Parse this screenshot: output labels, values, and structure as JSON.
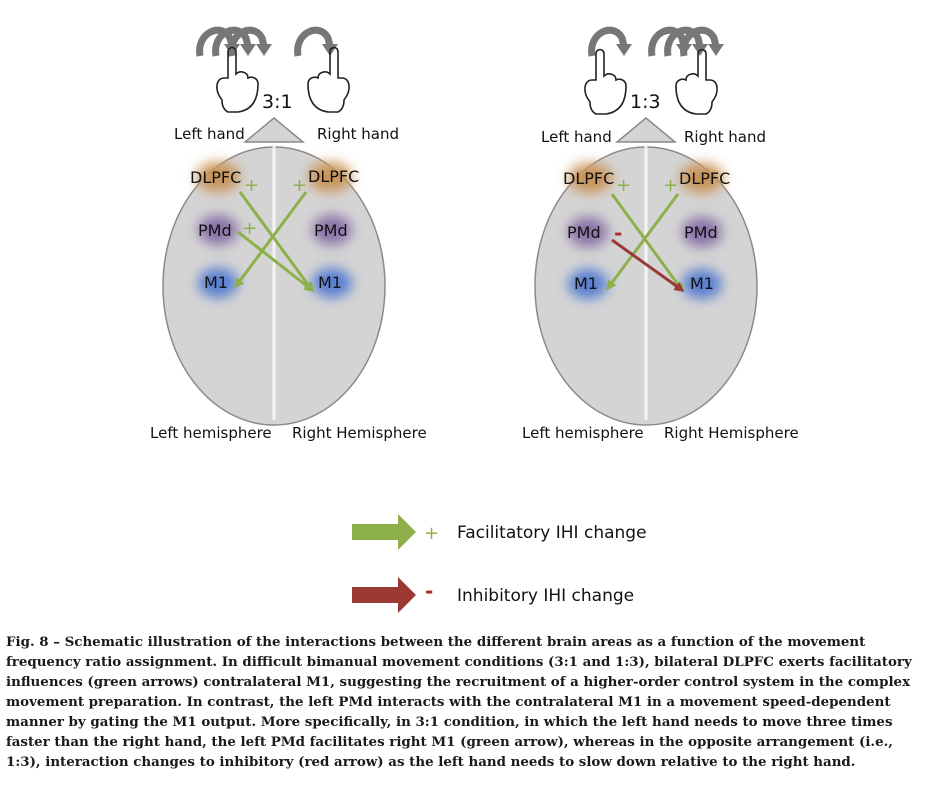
{
  "panels": [
    {
      "ratio": "3:1",
      "left_hand": "Left hand",
      "right_hand": "Right hand",
      "left_hemisphere": "Left hemisphere",
      "right_hemisphere": "Right Hemisphere",
      "areas": {
        "dlpfc_left": "DLPFC",
        "dlpfc_right": "DLPFC",
        "pmd_left": "PMd",
        "pmd_right": "PMd",
        "m1_left": "M1",
        "m1_right": "M1"
      },
      "signs": {
        "dlpfc_left": "+",
        "dlpfc_right": "+",
        "pmd_left": "+"
      }
    },
    {
      "ratio": "1:3",
      "left_hand": "Left hand",
      "right_hand": "Right hand",
      "left_hemisphere": "Left hemisphere",
      "right_hemisphere": "Right Hemisphere",
      "areas": {
        "dlpfc_left": "DLPFC",
        "dlpfc_right": "DLPFC",
        "pmd_left": "PMd",
        "pmd_right": "PMd",
        "m1_left": "M1",
        "m1_right": "M1"
      },
      "signs": {
        "dlpfc_left": "+",
        "dlpfc_right": "+",
        "pmd_left": "-"
      }
    }
  ],
  "legend": {
    "facilitatory_sign": "+",
    "facilitatory_label": "Facilitatory IHI change",
    "inhibitory_sign": "-",
    "inhibitory_label": "Inhibitory IHI change"
  },
  "caption": {
    "label": "Fig. 8 – ",
    "text": "Schematic illustration of the interactions between the different brain areas as a function of the movement frequency ratio assignment. In difficult bimanual movement conditions (3:1 and 1:3), bilateral DLPFC exerts facilitatory influences (green arrows) contralateral M1, suggesting the recruitment of a higher-order control system in the complex movement preparation. In contrast, the left PMd interacts with the contralateral M1 in a movement speed-dependent manner by gating the M1 output. More specifically, in 3:1 condition, in which the left hand needs to move three times faster than the right hand, the left PMd facilitates right M1 (green arrow), whereas in the opposite arrangement (i.e., 1:3), interaction changes to inhibitory (red arrow) as the left hand needs to slow down relative to the right hand."
  },
  "colors": {
    "facilitatory": "#8db04a",
    "inhibitory": "#9b3a35",
    "brain_fill": "#d4d4d4",
    "dlpfc": "#c9955a",
    "pmd": "#8a72a8",
    "m1": "#5a7fd0"
  }
}
